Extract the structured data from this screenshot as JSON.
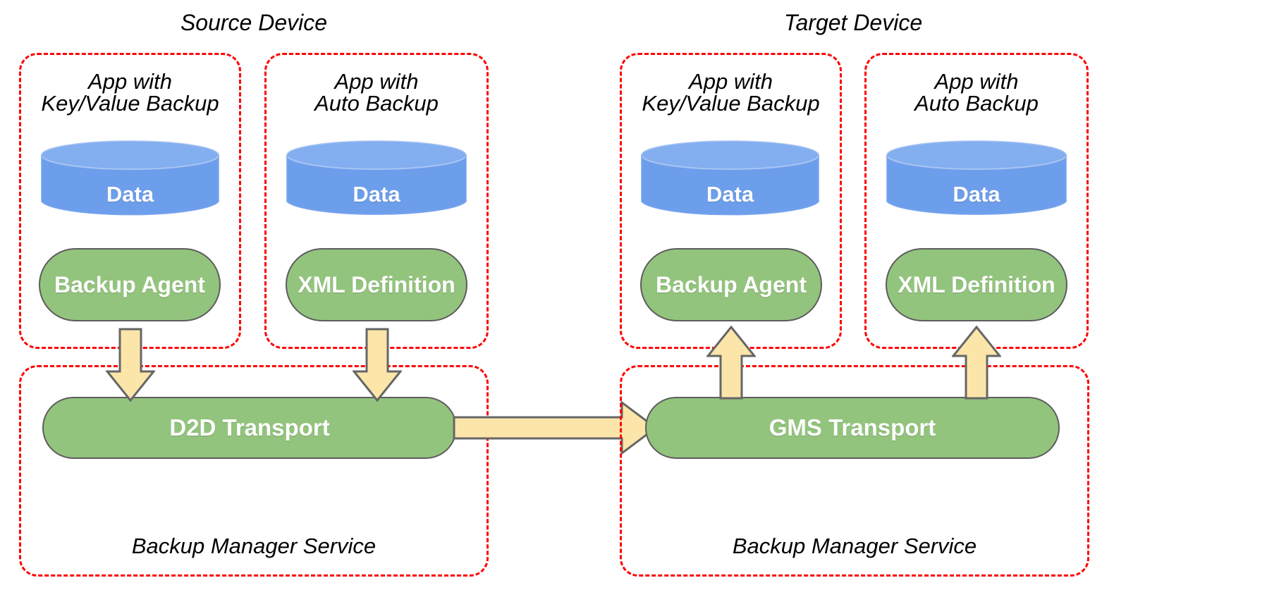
{
  "colors": {
    "dashed_border": "#ff0000",
    "cylinder_fill": "#6d9eeb",
    "cylinder_top": "#83aef0",
    "pill_fill": "#93c47d",
    "pill_stroke": "#5d5d5d",
    "arrow_fill": "#fce5a9",
    "arrow_stroke": "#666666",
    "text_dark": "#000000",
    "text_light": "#ffffff",
    "background": "#ffffff"
  },
  "devices": [
    {
      "id": "source",
      "title": "Source Device"
    },
    {
      "id": "target",
      "title": "Target Device"
    }
  ],
  "source": {
    "title": "Source Device",
    "apps": [
      {
        "label": "App with\nKey/Value Backup",
        "data_label": "Data",
        "component_label": "Backup Agent"
      },
      {
        "label": "App with\nAuto Backup",
        "data_label": "Data",
        "component_label": "XML Definition"
      }
    ],
    "service": {
      "transport_label": "D2D Transport",
      "service_label": "Backup Manager Service"
    }
  },
  "target": {
    "title": "Target Device",
    "apps": [
      {
        "label": "App with\nKey/Value Backup",
        "data_label": "Data",
        "component_label": "Backup Agent"
      },
      {
        "label": "App with\nAuto Backup",
        "data_label": "Data",
        "component_label": "XML Definition"
      }
    ],
    "service": {
      "transport_label": "GMS Transport",
      "service_label": "Backup Manager Service"
    }
  },
  "arrows": [
    {
      "name": "source-kv-down-arrow",
      "direction": "down"
    },
    {
      "name": "source-auto-down-arrow",
      "direction": "down"
    },
    {
      "name": "transport-transfer-arrow",
      "direction": "right"
    },
    {
      "name": "target-kv-up-arrow",
      "direction": "up"
    },
    {
      "name": "target-auto-up-arrow",
      "direction": "up"
    }
  ]
}
